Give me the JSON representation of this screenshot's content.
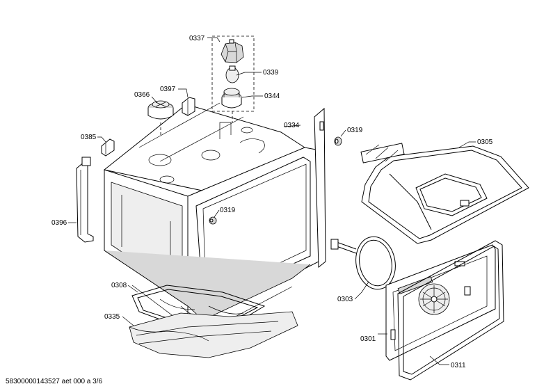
{
  "labels": {
    "p0337": "0337",
    "p0339": "0339",
    "p0344": "0344",
    "p0366": "0366",
    "p0397": "0397",
    "p0334": "0334",
    "p0319a": "0319",
    "p0319b": "0319",
    "p0385": "0385",
    "p0305": "0305",
    "p0396": "0396",
    "p0308": "0308",
    "p0335": "0335",
    "p0303": "0303",
    "p0301": "0301",
    "p0311": "0311"
  },
  "footer": "58300000143527 aet 000 a 3/6"
}
